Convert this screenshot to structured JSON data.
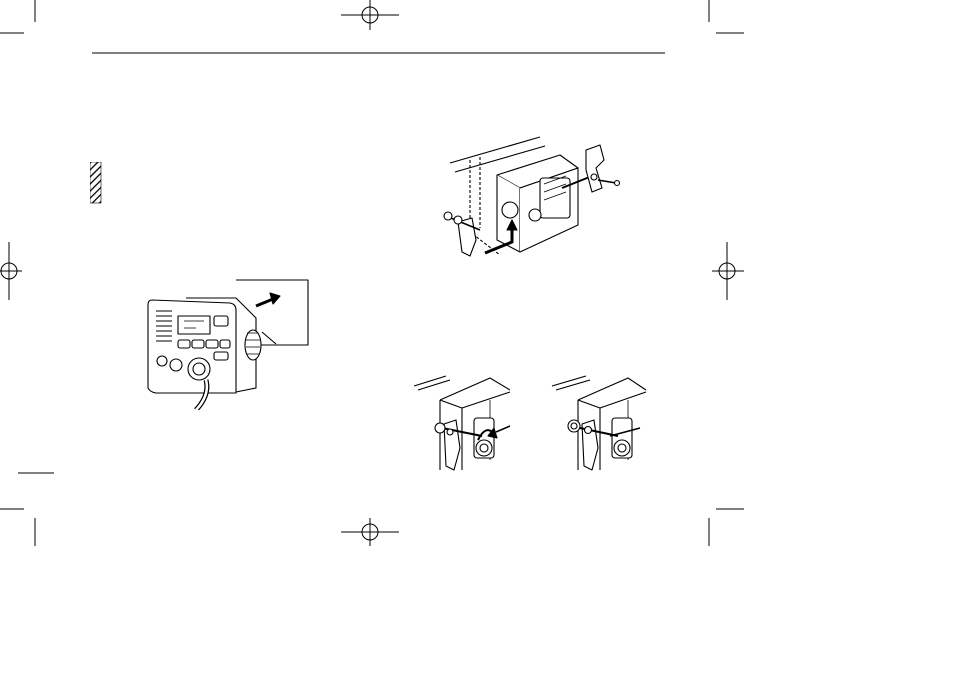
{
  "page": {
    "background": "#ffffff",
    "ink": "#000000"
  },
  "figures": {
    "front_unit_illustration": {
      "icon": "radio-front-panel-illustration"
    },
    "bracket_mounting_illustration": {
      "icon": "bracket-mounting-illustration"
    },
    "knob_step_a_illustration": {
      "icon": "knob-tightening-step-a"
    },
    "knob_step_b_illustration": {
      "icon": "knob-tightening-step-b"
    }
  },
  "marks": {
    "registration": "crosshair-registration-mark",
    "caution": "hatched-caution-bar"
  }
}
